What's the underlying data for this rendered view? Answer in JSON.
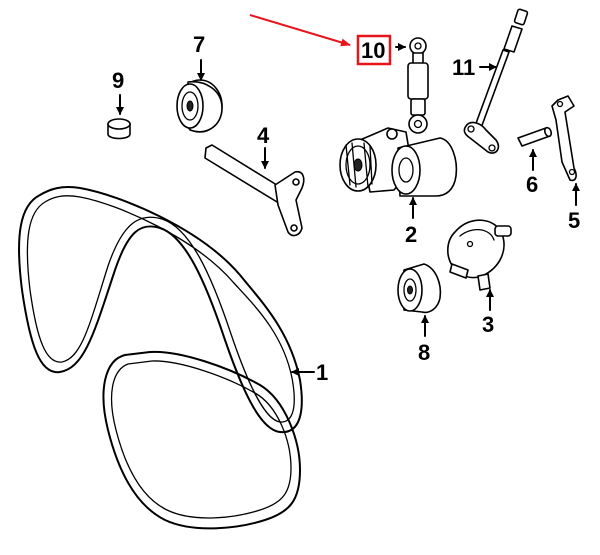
{
  "diagram": {
    "parts": [
      {
        "id": "part-1",
        "label": "1"
      },
      {
        "id": "part-2",
        "label": "2"
      },
      {
        "id": "part-3",
        "label": "3"
      },
      {
        "id": "part-4",
        "label": "4"
      },
      {
        "id": "part-5",
        "label": "5"
      },
      {
        "id": "part-6",
        "label": "6"
      },
      {
        "id": "part-7",
        "label": "7"
      },
      {
        "id": "part-8",
        "label": "8"
      },
      {
        "id": "part-9",
        "label": "9"
      },
      {
        "id": "part-10",
        "label": "10"
      },
      {
        "id": "part-11",
        "label": "11"
      }
    ],
    "highlight": {
      "part": "10",
      "color": "#e8141c"
    }
  }
}
